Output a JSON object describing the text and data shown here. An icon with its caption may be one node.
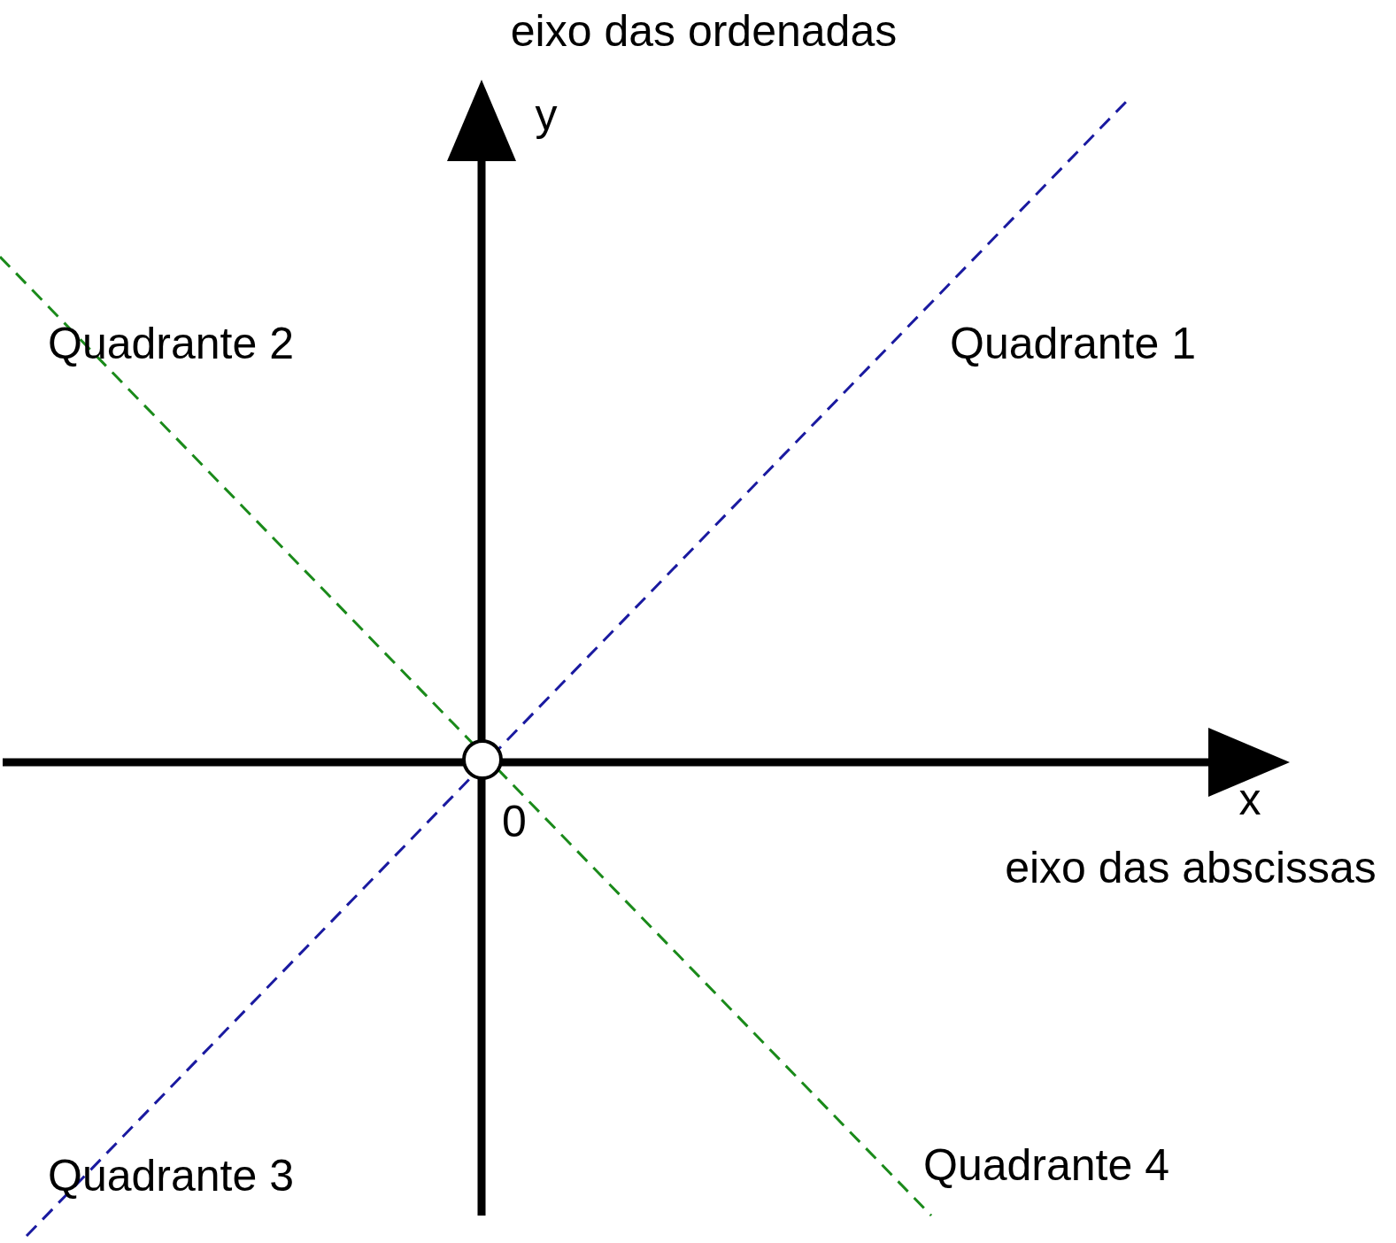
{
  "diagram": {
    "labels": [
      "eixo das ordenadas",
      "y",
      "Quadrante 2",
      "Quadrante 1",
      "x",
      "0",
      "eixo das abscissas",
      "Quadrante 3",
      "Quadrante 4"
    ]
  }
}
